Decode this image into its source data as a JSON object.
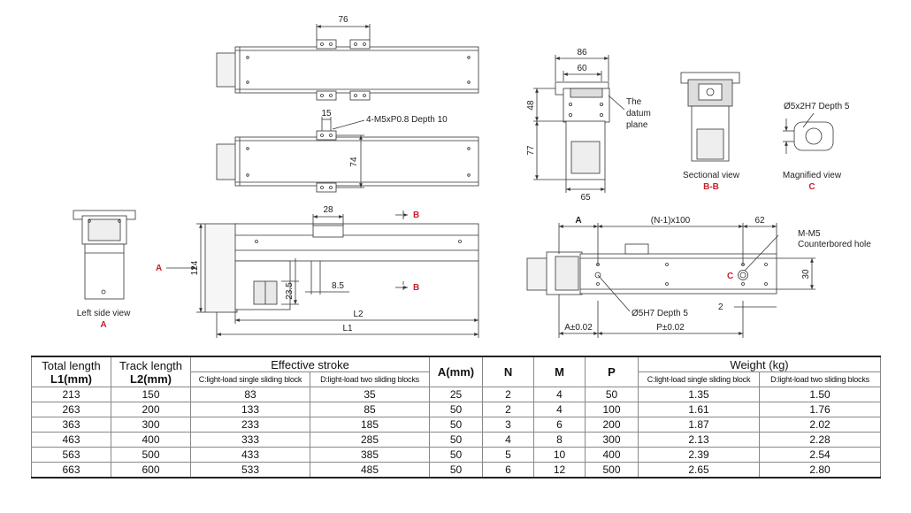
{
  "drawing": {
    "dims": {
      "top_width": "76",
      "hole_spacing": "15",
      "hole_callout": "4-M5xP0.8 Depth 10",
      "mid_height": "74",
      "block_len": "28",
      "height_124": "124",
      "dim_23_5": "23.5",
      "dim_8_5": "8.5",
      "L2": "L2",
      "L1": "L1",
      "w86": "86",
      "w60": "60",
      "h48": "48",
      "h77": "77",
      "w65": "65",
      "pitch": "(N-1)x100",
      "dim_62": "62",
      "dim_30": "30",
      "dim_2": "2",
      "A_label": "A",
      "A_tol": "A±0.02",
      "P_tol": "P±0.02"
    },
    "labels": {
      "datum": [
        "The",
        "datum",
        "plane"
      ],
      "left_side_view": "Left side view",
      "view_A": "A",
      "arrow_A": "A",
      "section_B_top": "B",
      "section_B_bottom": "B",
      "sectional_view": "Sectional view",
      "section_BB": "B-B",
      "magnified_view": "Magnified view",
      "view_C": "C",
      "magnified_callout": "Ø5x2H7 Depth 5",
      "pin_callout": "Ø5H7 Depth 5",
      "counterbore": [
        "M-M5",
        "Counterbored hole"
      ],
      "C_mark": "C"
    }
  },
  "table": {
    "headers": {
      "total_length": "Total length",
      "total_length_unit": "L1(mm)",
      "track_length": "Track length",
      "track_length_unit": "L2(mm)",
      "effective_stroke": "Effective stroke",
      "stroke_c": "C:light-load single sliding block",
      "stroke_d": "D:light-load two sliding blocks",
      "A": "A(mm)",
      "N": "N",
      "M": "M",
      "P": "P",
      "weight": "Weight (kg)",
      "weight_c": "C:light-load single sliding block",
      "weight_d": "D:light-load two sliding blocks"
    },
    "rows": [
      [
        "213",
        "150",
        "83",
        "35",
        "25",
        "2",
        "4",
        "50",
        "1.35",
        "1.50"
      ],
      [
        "263",
        "200",
        "133",
        "85",
        "50",
        "2",
        "4",
        "100",
        "1.61",
        "1.76"
      ],
      [
        "363",
        "300",
        "233",
        "185",
        "50",
        "3",
        "6",
        "200",
        "1.87",
        "2.02"
      ],
      [
        "463",
        "400",
        "333",
        "285",
        "50",
        "4",
        "8",
        "300",
        "2.13",
        "2.28"
      ],
      [
        "563",
        "500",
        "433",
        "385",
        "50",
        "5",
        "10",
        "400",
        "2.39",
        "2.54"
      ],
      [
        "663",
        "600",
        "533",
        "485",
        "50",
        "6",
        "12",
        "500",
        "2.65",
        "2.80"
      ]
    ]
  }
}
